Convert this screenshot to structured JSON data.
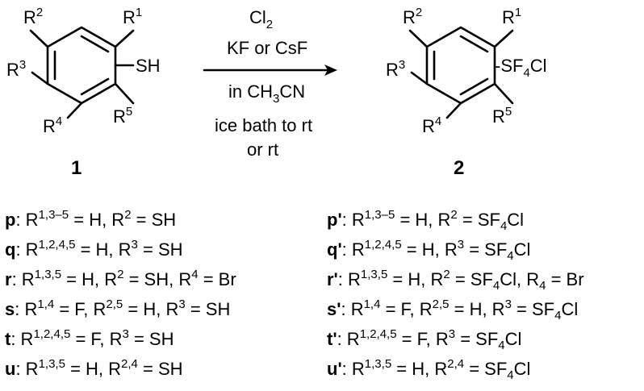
{
  "reactant": {
    "number": "1",
    "R1": "R",
    "R1_sup": "1",
    "R2": "R",
    "R2_sup": "2",
    "R3": "R",
    "R3_sup": "3",
    "R4": "R",
    "R4_sup": "4",
    "R5": "R",
    "R5_sup": "5",
    "sub": "SH"
  },
  "product": {
    "number": "2",
    "R1": "R",
    "R1_sup": "1",
    "R2": "R",
    "R2_sup": "2",
    "R3": "R",
    "R3_sup": "3",
    "R4": "R",
    "R4_sup": "4",
    "R5": "R",
    "R5_sup": "5",
    "sub_a": "-SF",
    "sub_sub": "4",
    "sub_b": "Cl"
  },
  "conditions": {
    "above1": "Cl",
    "above1_sub": "2",
    "above2": "KF or CsF",
    "below1_a": "in CH",
    "below1_sub": "3",
    "below1_b": "CN",
    "below2": "ice bath to rt",
    "below3": "or rt"
  },
  "left_rows": [
    {
      "letter": "p",
      "parts": [
        [
          ": R",
          ""
        ],
        [
          "1,3–5",
          "sup"
        ],
        [
          " = H, R",
          ""
        ],
        [
          "2",
          "sup"
        ],
        [
          " = SH",
          ""
        ]
      ]
    },
    {
      "letter": "q",
      "parts": [
        [
          ": R",
          ""
        ],
        [
          "1,2,4,5",
          "sup"
        ],
        [
          " = H, R",
          ""
        ],
        [
          "3",
          "sup"
        ],
        [
          " = SH",
          ""
        ]
      ]
    },
    {
      "letter": "r",
      "parts": [
        [
          ": R",
          ""
        ],
        [
          "1,3,5",
          "sup"
        ],
        [
          " = H, R",
          ""
        ],
        [
          "2",
          "sup"
        ],
        [
          " = SH, R",
          ""
        ],
        [
          "4",
          "sup"
        ],
        [
          " = Br",
          ""
        ]
      ]
    },
    {
      "letter": "s",
      "parts": [
        [
          ": R",
          ""
        ],
        [
          "1,4",
          "sup"
        ],
        [
          " = F, R",
          ""
        ],
        [
          "2,5",
          "sup"
        ],
        [
          " = H, R",
          ""
        ],
        [
          "3",
          "sup"
        ],
        [
          " = SH",
          ""
        ]
      ]
    },
    {
      "letter": "t",
      "parts": [
        [
          ": R",
          ""
        ],
        [
          "1,2,4,5",
          "sup"
        ],
        [
          " = F, R",
          ""
        ],
        [
          "3",
          "sup"
        ],
        [
          " = SH",
          ""
        ]
      ]
    },
    {
      "letter": "u",
      "parts": [
        [
          ": R",
          ""
        ],
        [
          "1,3,5",
          "sup"
        ],
        [
          " = H, R",
          ""
        ],
        [
          "2,4",
          "sup"
        ],
        [
          " = SH",
          ""
        ]
      ]
    }
  ],
  "right_rows": [
    {
      "letter": "p'",
      "parts": [
        [
          ": R",
          ""
        ],
        [
          "1,3–5",
          "sup"
        ],
        [
          " = H, R",
          ""
        ],
        [
          "2",
          "sup"
        ],
        [
          " = SF",
          ""
        ],
        [
          "4",
          "sub"
        ],
        [
          "Cl",
          ""
        ]
      ]
    },
    {
      "letter": "q'",
      "parts": [
        [
          ": R",
          ""
        ],
        [
          "1,2,4,5",
          "sup"
        ],
        [
          " = H, R",
          ""
        ],
        [
          "3",
          "sup"
        ],
        [
          " = SF",
          ""
        ],
        [
          "4",
          "sub"
        ],
        [
          "Cl",
          ""
        ]
      ]
    },
    {
      "letter": "r'",
      "parts": [
        [
          ": R",
          ""
        ],
        [
          "1,3,5",
          "sup"
        ],
        [
          " = H, R",
          ""
        ],
        [
          "2",
          "sup"
        ],
        [
          " = SF",
          ""
        ],
        [
          "4",
          "sub"
        ],
        [
          "Cl, R",
          ""
        ],
        [
          "4",
          "sub"
        ],
        [
          " = Br",
          ""
        ]
      ]
    },
    {
      "letter": "s'",
      "parts": [
        [
          ": R",
          ""
        ],
        [
          "1,4",
          "sup"
        ],
        [
          " = F, R",
          ""
        ],
        [
          "2,5",
          "sup"
        ],
        [
          " = H, R",
          ""
        ],
        [
          "3",
          "sup"
        ],
        [
          " = SF",
          ""
        ],
        [
          "4",
          "sub"
        ],
        [
          "Cl",
          ""
        ]
      ]
    },
    {
      "letter": "t'",
      "parts": [
        [
          ": R",
          ""
        ],
        [
          "1,2,4,5",
          "sup"
        ],
        [
          " = F, R",
          ""
        ],
        [
          "3",
          "sup"
        ],
        [
          " = SF",
          ""
        ],
        [
          "4",
          "sub"
        ],
        [
          "Cl",
          ""
        ]
      ]
    },
    {
      "letter": "u'",
      "parts": [
        [
          ": R",
          ""
        ],
        [
          "1,3,5",
          "sup"
        ],
        [
          " = H, R",
          ""
        ],
        [
          "2,4",
          "sup"
        ],
        [
          " = SF",
          ""
        ],
        [
          "4",
          "sub"
        ],
        [
          "Cl",
          ""
        ]
      ]
    }
  ]
}
